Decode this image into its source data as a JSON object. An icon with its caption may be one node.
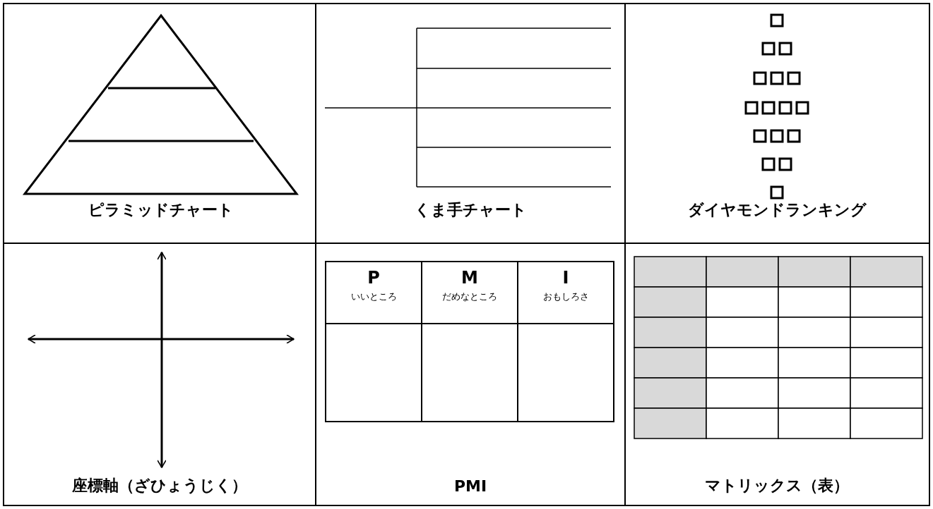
{
  "diagram": {
    "labels": [
      "ピラミッドチャート",
      "くま手チャート",
      "ダイヤモンドランキング",
      "P",
      "いいところ",
      "M",
      "だめなところ",
      "I",
      "おもしろさ",
      "座標軸（ざひょうじく）",
      "PMI",
      "マトリックス（表）"
    ]
  }
}
